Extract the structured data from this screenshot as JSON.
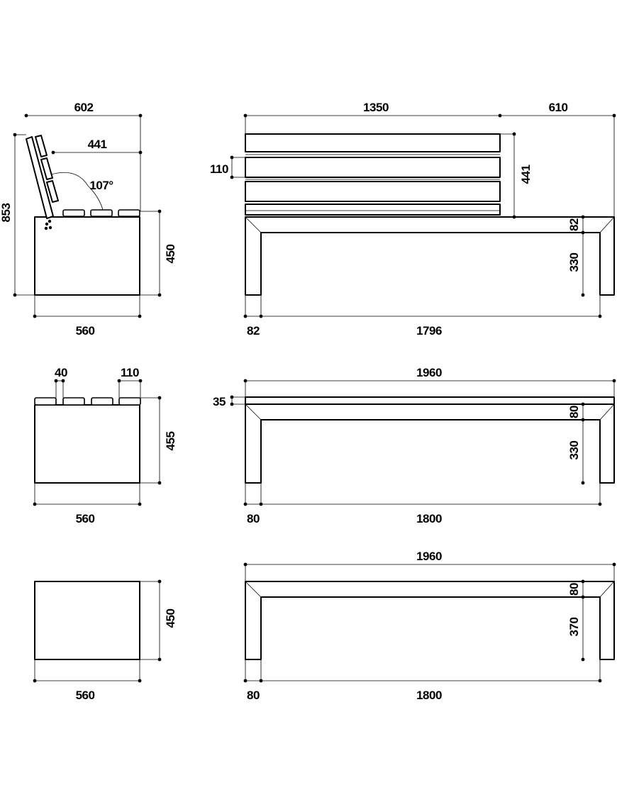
{
  "views": {
    "backrest_bench": {
      "side": {
        "overall_depth": "602",
        "seat_depth": "441",
        "backrest_angle": "107°",
        "overall_height": "853",
        "seat_height": "450",
        "base_depth": "560"
      },
      "front": {
        "backrest_length": "1350",
        "free_seat_length": "610",
        "slat_width": "110",
        "backrest_height": "441",
        "top_thickness": "82",
        "leg_height": "330",
        "leg_width": "82",
        "inner_length": "1796"
      }
    },
    "slatted_bench": {
      "side": {
        "slat_gap": "40",
        "slat_width": "110",
        "seat_height": "455",
        "base_depth": "560"
      },
      "front": {
        "overall_length": "1960",
        "slat_thickness": "35",
        "top_thickness": "80",
        "leg_height": "330",
        "leg_width": "80",
        "inner_length": "1800"
      }
    },
    "solid_bench": {
      "side": {
        "seat_height": "450",
        "base_depth": "560"
      },
      "front": {
        "overall_length": "1960",
        "top_thickness": "80",
        "leg_height": "370",
        "leg_width": "80",
        "inner_length": "1800"
      }
    }
  }
}
